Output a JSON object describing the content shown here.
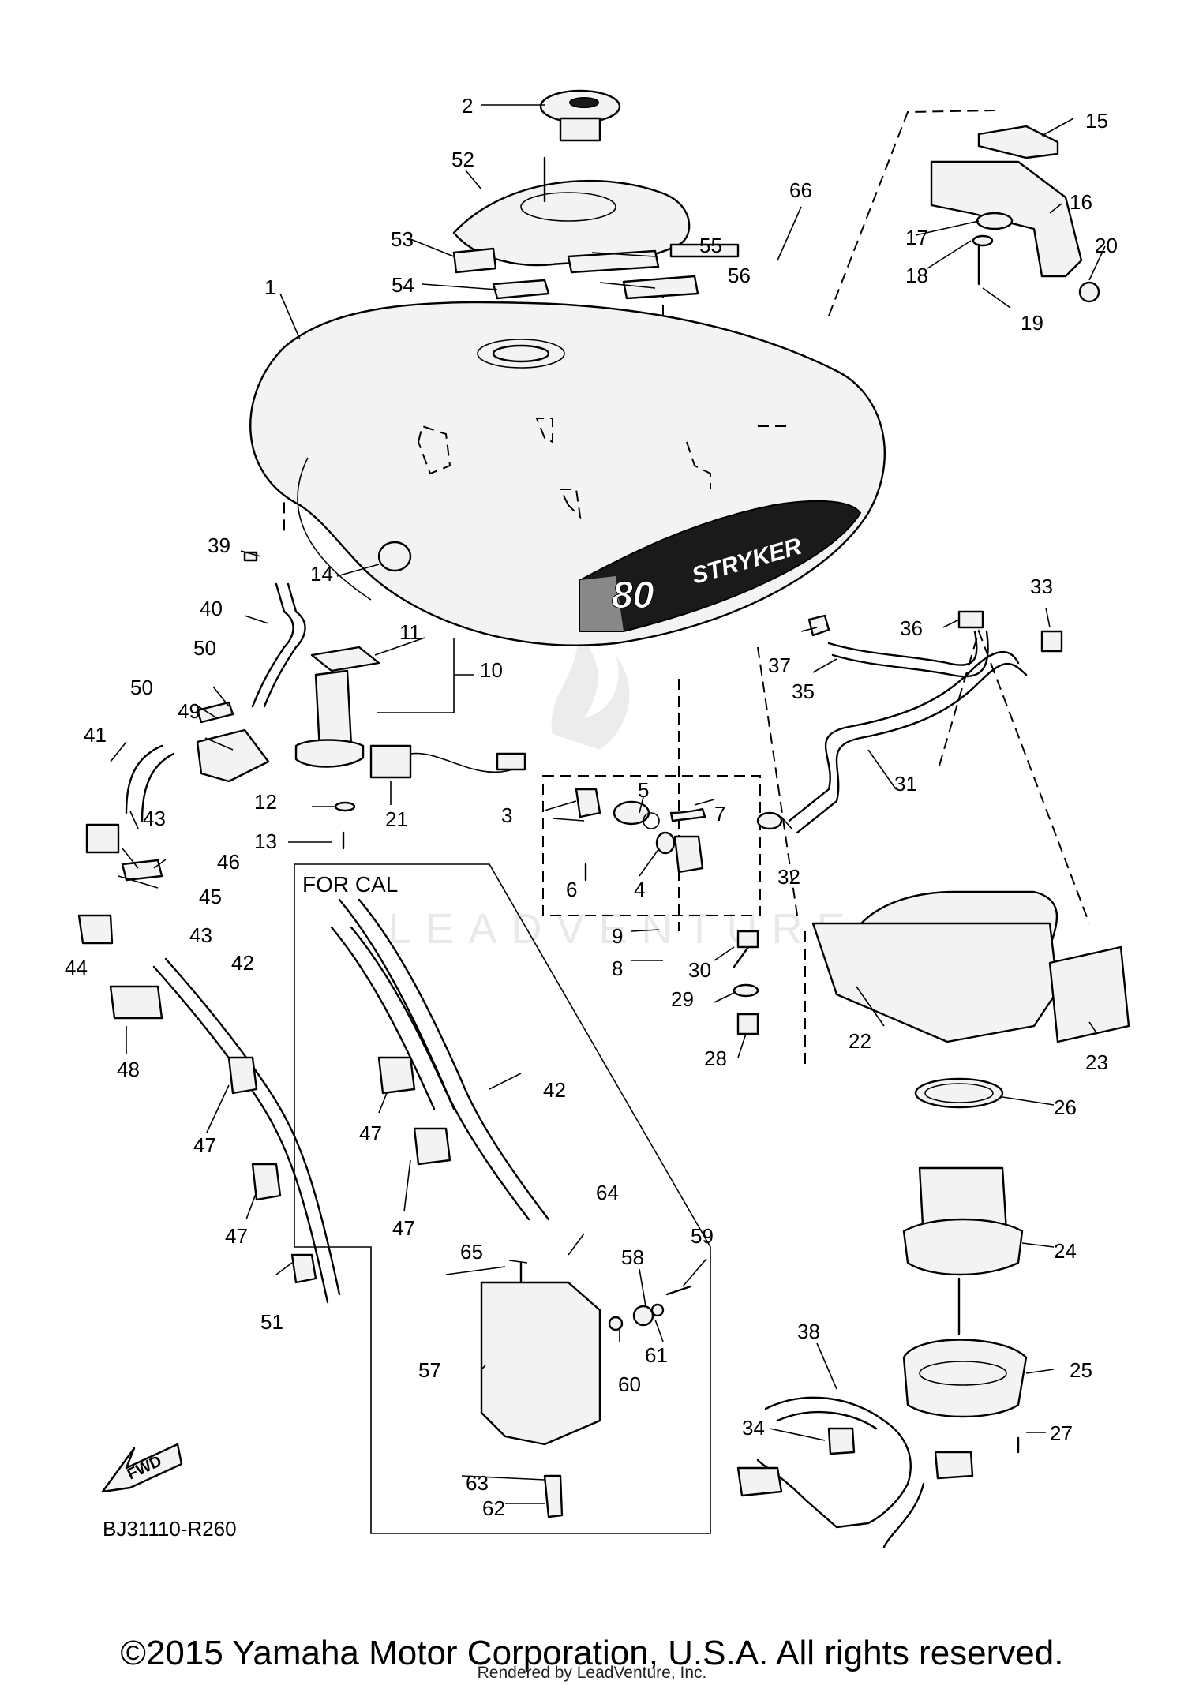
{
  "diagram": {
    "watermark": "LEADVENTURE",
    "box_label": "FOR CAL",
    "fwd_label": "FWD",
    "drawing_code": "BJ31110-R260",
    "tank_badge_number": "80",
    "tank_badge_text": "STRYKER",
    "callouts": [
      "1",
      "2",
      "3",
      "4",
      "5",
      "6",
      "7",
      "8",
      "9",
      "10",
      "11",
      "12",
      "13",
      "14",
      "15",
      "16",
      "17",
      "18",
      "19",
      "20",
      "21",
      "22",
      "23",
      "24",
      "25",
      "26",
      "27",
      "28",
      "29",
      "30",
      "31",
      "32",
      "33",
      "34",
      "35",
      "36",
      "37",
      "38",
      "39",
      "40",
      "41",
      "42",
      "42",
      "43",
      "43",
      "44",
      "45",
      "46",
      "47",
      "47",
      "47",
      "47",
      "48",
      "49",
      "50",
      "50",
      "51",
      "52",
      "53",
      "54",
      "55",
      "56",
      "57",
      "58",
      "59",
      "60",
      "61",
      "62",
      "63",
      "64",
      "65",
      "66"
    ]
  },
  "footer": {
    "copyright": "©2015 Yamaha Motor Corporation, U.S.A. All rights reserved.",
    "rendered_by": "Rendered by LeadVenture, Inc."
  }
}
